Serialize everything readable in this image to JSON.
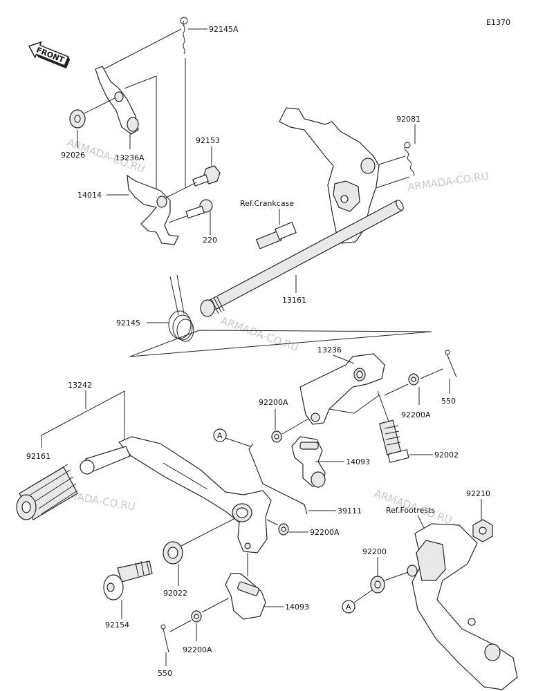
{
  "diagram_code": "E1370",
  "front_label": "FRONT",
  "watermark": "ARMADA-CO.RU",
  "ref_labels": {
    "crankcase": "Ref.Crankcase",
    "footrests": "Ref.Footrests"
  },
  "callouts": {
    "a_top": "A",
    "a_bottom": "A"
  },
  "parts": {
    "p92145A": "92145A",
    "p92026": "92026",
    "p13236A": "13236A",
    "p92153": "92153",
    "p14014": "14014",
    "p220": "220",
    "p92081": "92081",
    "p13161": "13161",
    "p92145": "92145",
    "p13236": "13236",
    "p92200A_1": "92200A",
    "p92200A_2": "92200A",
    "p550_1": "550",
    "p14093_1": "14093",
    "p92002": "92002",
    "p13242": "13242",
    "p92161": "92161",
    "p39111": "39111",
    "p92200A_3": "92200A",
    "p92210": "92210",
    "p92200": "92200",
    "p92022": "92022",
    "p14093_2": "14093",
    "p92154": "92154",
    "p92200A_4": "92200A",
    "p550_2": "550"
  }
}
